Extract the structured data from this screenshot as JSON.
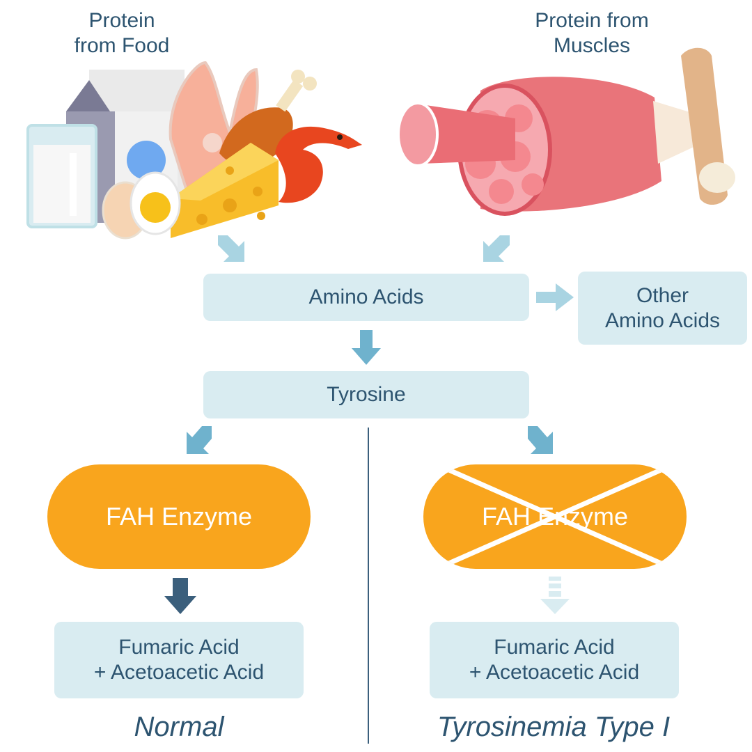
{
  "sources": {
    "food_label": "Protein\nfrom Food",
    "muscle_label": "Protein from\nMuscles"
  },
  "flow": {
    "amino_acids": "Amino Acids",
    "other_amino_acids": "Other\nAmino Acids",
    "tyrosine": "Tyrosine"
  },
  "normal": {
    "enzyme": "FAH Enzyme",
    "product": "Fumaric Acid\n+ Acetoacetic Acid",
    "caption": "Normal"
  },
  "disease": {
    "enzyme": "FAH Enzyme",
    "product": "Fumaric Acid\n+ Acetoacetic Acid",
    "caption": "Tyrosinemia Type I"
  },
  "colors": {
    "text": "#2d5470",
    "box": "#d9ecf1",
    "enzyme": "#f9a51d",
    "arrow_light": "#a9d4e2",
    "arrow_mid": "#6fb2cd",
    "arrow_dark": "#3b5f7c"
  },
  "icons": [
    "milk-carton-icon",
    "milk-glass-icon",
    "salmon-icon",
    "chicken-leg-icon",
    "shrimp-icon",
    "cheese-icon",
    "egg-icon",
    "muscle-icon",
    "bone-icon"
  ]
}
